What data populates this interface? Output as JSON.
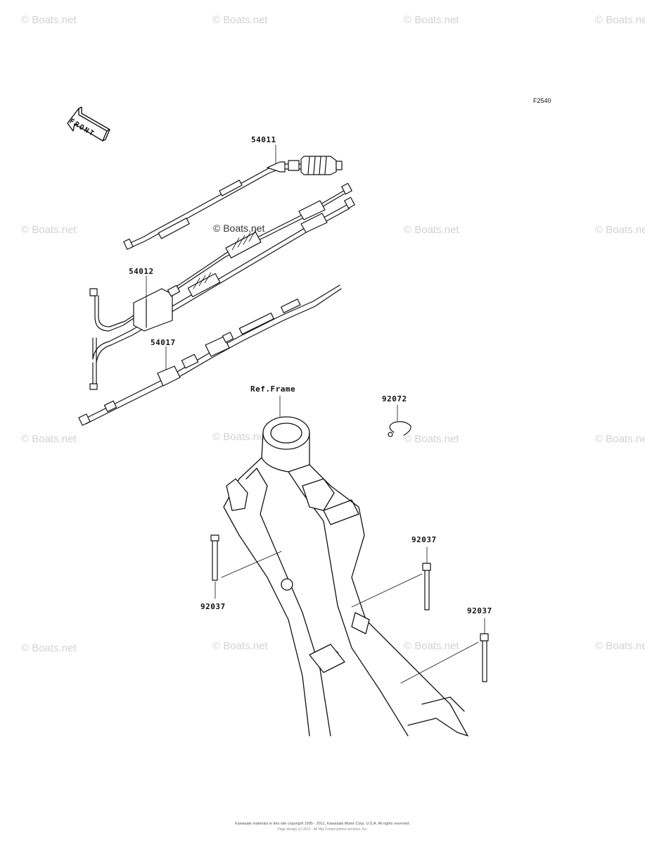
{
  "diagram_code": "F2540",
  "front_label": "FRONT",
  "watermark_text": "© Boats.net",
  "parts": {
    "p54011": "54011",
    "p54012": "54012",
    "p54017": "54017",
    "ref_frame": "Ref.Frame",
    "p92072": "92072",
    "p92037_left": "92037",
    "p92037_mid": "92037",
    "p92037_right": "92037"
  },
  "footer": {
    "line1": "Kawasaki materials in this site copyright 1995 - 2011, Kawasaki Motor Corp, U.S.A. All rights reserved.",
    "line2": "Page design (c) 2011 - All Hig Constructions services, Inc."
  }
}
